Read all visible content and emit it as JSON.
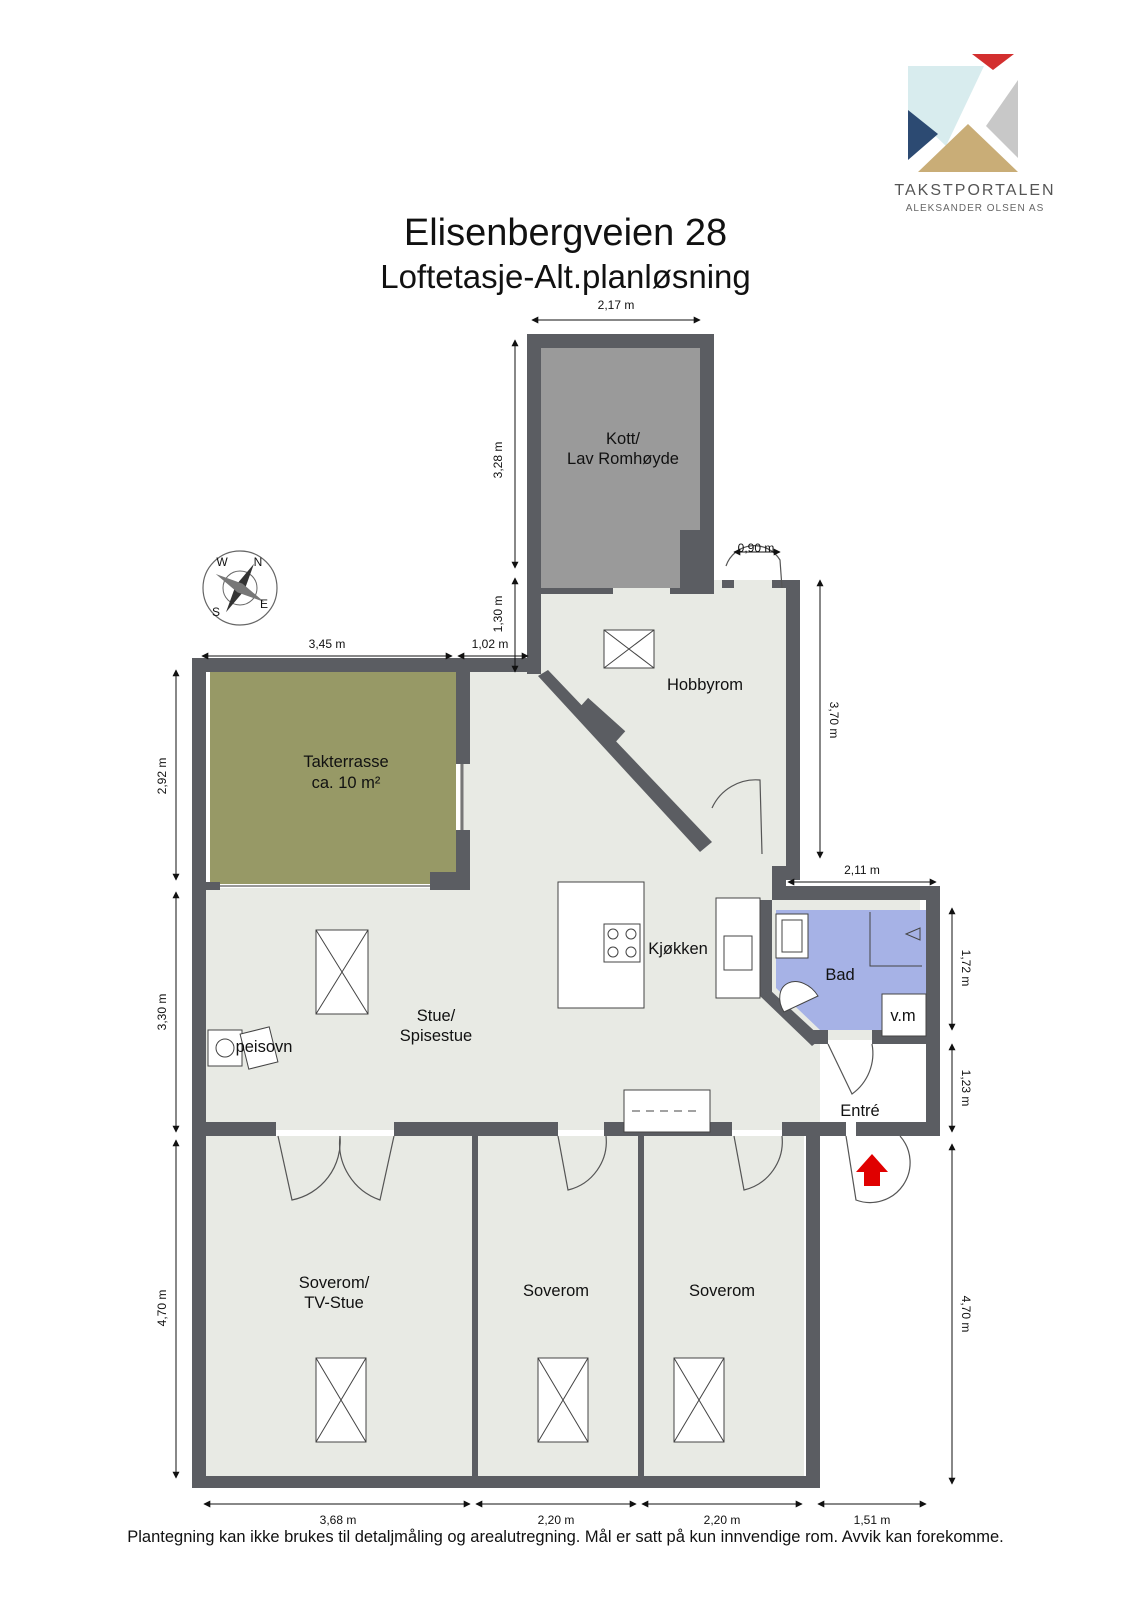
{
  "header": {
    "title": "Elisenbergveien 28",
    "subtitle": "Loftetasje-Alt.planløsning"
  },
  "brand": {
    "name": "TAKSTPORTALEN",
    "sub": "ALEKSANDER OLSEN AS",
    "colors": {
      "red": "#d32f2f",
      "light_blue": "#d8ecee",
      "navy": "#2c4a72",
      "gold": "#c9ad77",
      "grey": "#c8c8c8"
    }
  },
  "compass": {
    "n": "N",
    "e": "E",
    "s": "S",
    "w": "W"
  },
  "rooms": {
    "kott": [
      "Kott/",
      "Lav Romhøyde"
    ],
    "hobbyrom": "Hobbyrom",
    "takterrasse": [
      "Takterrasse",
      "ca. 10 m²"
    ],
    "kjokken": "Kjøkken",
    "bad": "Bad",
    "vm": "v.m",
    "stue": [
      "Stue/",
      "Spisestue"
    ],
    "peisovn": "peisovn",
    "entre": "Entré",
    "soverom_tv": [
      "Soverom/",
      "TV-Stue"
    ],
    "soverom_1": "Soverom",
    "soverom_2": "Soverom"
  },
  "dimensions": {
    "kott_width": "2,17 m",
    "kott_height": "3,28 m",
    "door_width": "0,90 m",
    "passage_height": "1,30 m",
    "terrace_width": "3,45 m",
    "passage_width": "1,02 m",
    "terrace_height": "2,92 m",
    "hobby_height": "3,70 m",
    "bad_width": "2,11 m",
    "bad_height": "1,72 m",
    "living_height": "3,30 m",
    "entre_height": "1,23 m",
    "bedroom_height_left": "4,70 m",
    "bedroom_height_right": "4,70 m",
    "bottom_1": "3,68 m",
    "bottom_2": "2,20 m",
    "bottom_3": "2,20 m",
    "bottom_4": "1,51 m"
  },
  "colors": {
    "wall": "#5b5d62",
    "floor": "#e8eae4",
    "kott": "#9a9a9a",
    "terrace": "#979966",
    "bath": "#a6b2e6",
    "arrow": "#e00000"
  },
  "footer": "Plantegning kan ikke brukes til detaljmåling og arealutregning. Mål er satt på kun innvendige rom. Avvik kan forekomme."
}
